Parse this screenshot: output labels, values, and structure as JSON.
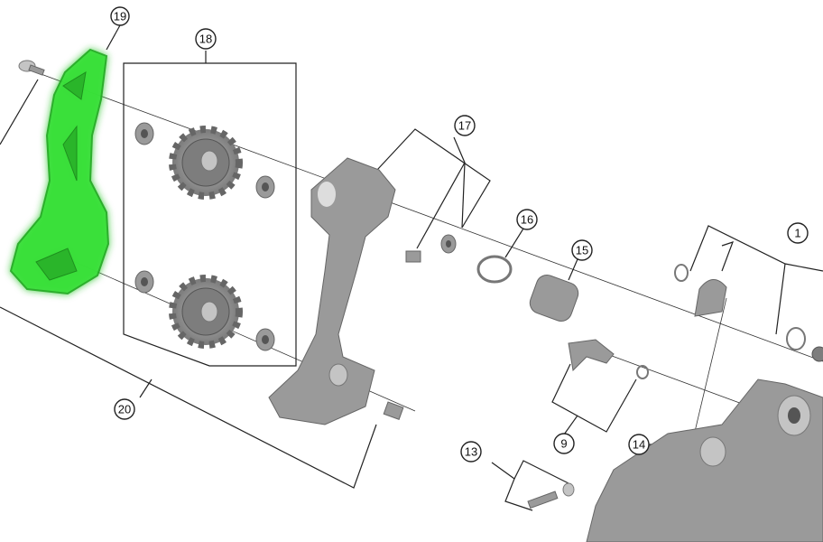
{
  "diagram": {
    "title": "Rear derailleur exploded parts view",
    "highlight_color": "#39e039",
    "part_color": "#9a9a9a",
    "callouts": [
      {
        "id": "19",
        "label": "19",
        "highlighted": true
      },
      {
        "id": "18",
        "label": "18"
      },
      {
        "id": "17",
        "label": "17"
      },
      {
        "id": "16",
        "label": "16"
      },
      {
        "id": "15",
        "label": "15"
      },
      {
        "id": "1",
        "label": "1"
      },
      {
        "id": "20",
        "label": "20"
      },
      {
        "id": "9",
        "label": "9"
      },
      {
        "id": "14",
        "label": "14"
      },
      {
        "id": "13",
        "label": "13"
      }
    ]
  }
}
